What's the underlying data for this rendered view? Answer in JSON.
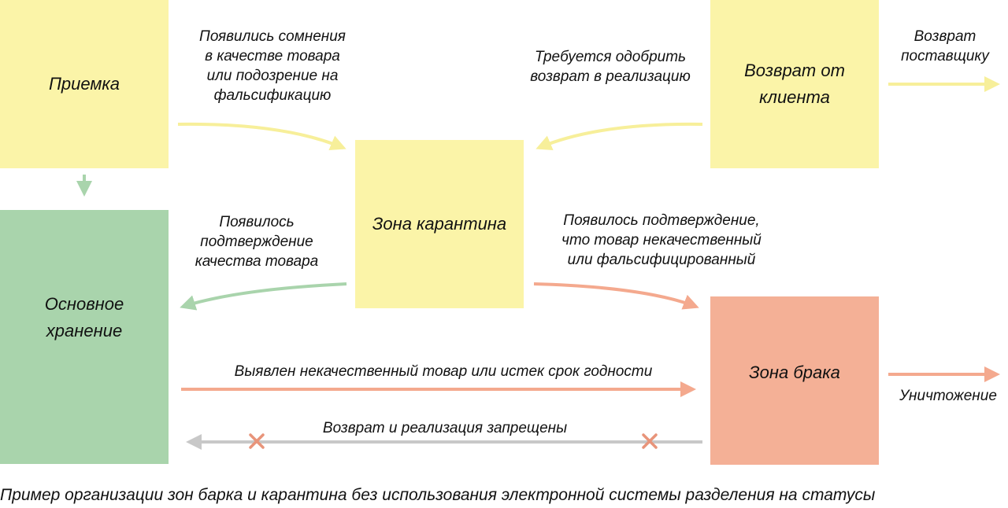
{
  "colors": {
    "yellow": "#fbf4a8",
    "green": "#a9d4ac",
    "red": "#f4b096",
    "arrow_yellow": "#fbf4a8",
    "arrow_green": "#a9d4ac",
    "arrow_red": "#f4a98e",
    "arrow_gray": "#c8c8c8",
    "cross": "#e8947a"
  },
  "zones": {
    "reception": "Приемка",
    "return_from_client": "Возврат от клиента",
    "quarantine": "Зона карантина",
    "main_storage": "Основное хранение",
    "defect_zone": "Зона брака"
  },
  "labels": {
    "doubts": "Появились сомнения\nв качестве товара\nили подозрение на\nфальсификацию",
    "approval": "Требуется одобрить\nвозврат в реализацию",
    "return_supplier": "Возврат\nпоставщику",
    "quality_confirmed": "Появилось\nподтверждение\nкачества товара",
    "defect_confirmed": "Появилось подтверждение,\nчто товар некачественный\nили фальсифицированный",
    "defect_found": "Выявлен некачественный товар или истек срок годности",
    "destruction": "Уничтожение",
    "forbidden": "Возврат и реализация запрещены"
  },
  "caption": "Пример организации зон барка и карантина без использования электронной системы разделения на статусы"
}
